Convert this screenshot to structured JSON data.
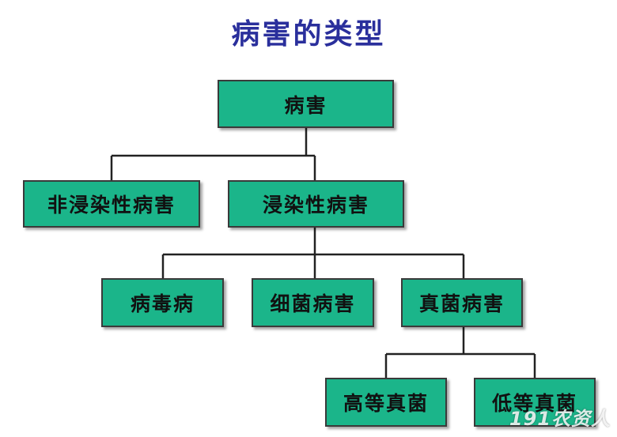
{
  "title": "病害的类型",
  "nodes": {
    "root": "病害",
    "non_infectious": "非浸染性病害",
    "infectious": "浸染性病害",
    "viral": "病毒病",
    "bacterial": "细菌病害",
    "fungal": "真菌病害",
    "higher_fungi": "高等真菌",
    "lower_fungi": "低等真菌"
  },
  "watermark": "191农资人"
}
